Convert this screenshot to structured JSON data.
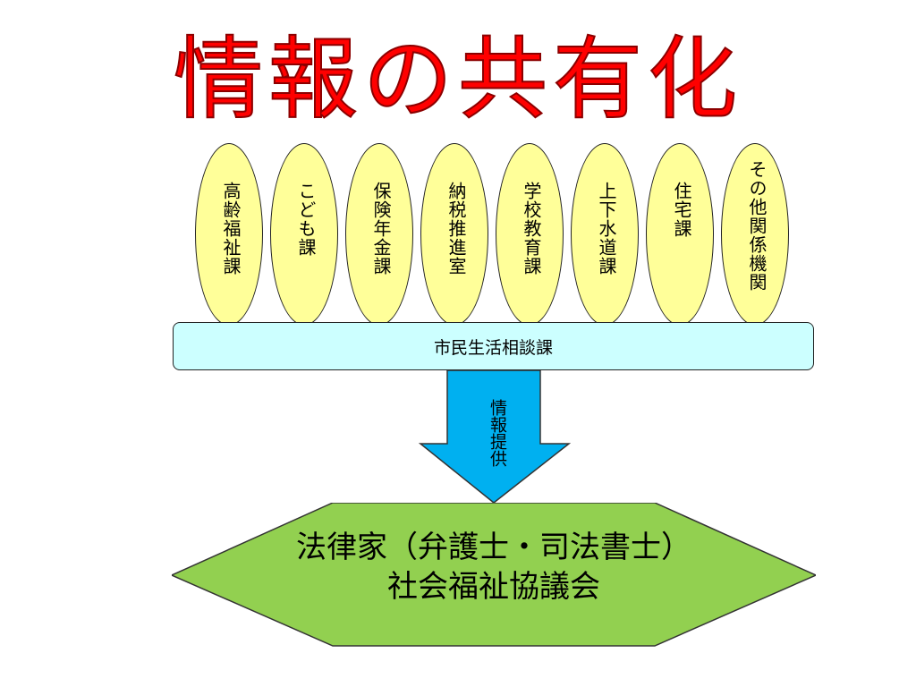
{
  "title": {
    "text": "情報の共有化",
    "color": "#ff0000"
  },
  "departments": [
    {
      "label": "高齢福祉課"
    },
    {
      "label": "こども課"
    },
    {
      "label": "保険年金課"
    },
    {
      "label": "納税推進室"
    },
    {
      "label": "学校教育課"
    },
    {
      "label": "上下水道課"
    },
    {
      "label": "住宅課"
    },
    {
      "label": "その他関係機関"
    }
  ],
  "center": {
    "label": "市民生活相談課"
  },
  "arrow": {
    "label": "情報提供"
  },
  "bottom": {
    "line1": "法律家（弁護士・司法書士）",
    "line2": "社会福祉協議会"
  },
  "colors": {
    "department_fill": "#ffff99",
    "center_fill": "#ccffff",
    "arrow_fill": "#00b0f0",
    "hexagon_fill": "#92d050"
  }
}
